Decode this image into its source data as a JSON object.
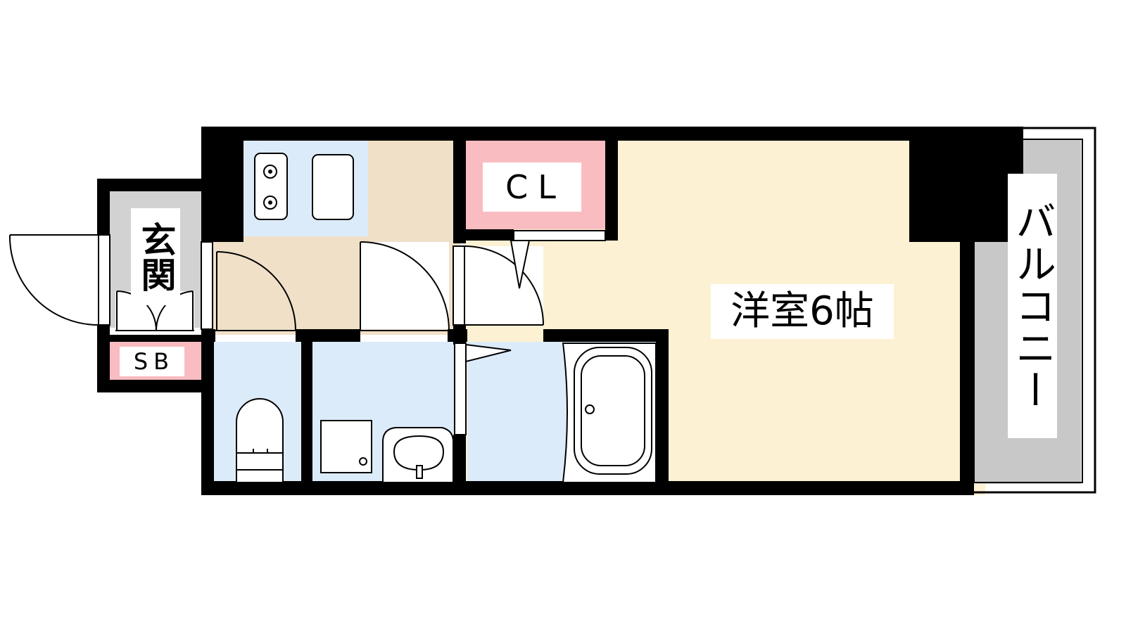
{
  "floorplan": {
    "rooms": {
      "genkan": "玄関",
      "storage": "CL",
      "shoe_box": "SB",
      "western_room": "洋室6帖",
      "balcony": "バルコニー"
    },
    "colors": {
      "wall": "#000000",
      "western_room": "#fdf1d3",
      "kitchen_floor": "#f0e0c8",
      "wet_area": "#dcebfa",
      "storage": "#f9bcc0",
      "genkan_floor": "#d2d2d2",
      "balcony": "#c8c8c8"
    }
  }
}
